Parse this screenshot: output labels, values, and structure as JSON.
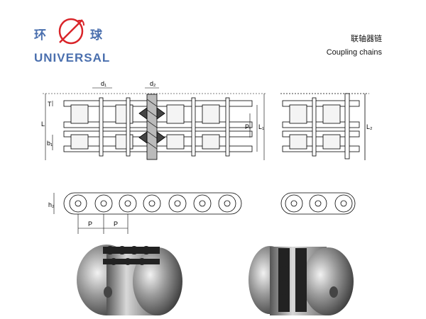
{
  "logo": {
    "cn_left": "环",
    "cn_right": "球",
    "latin": "UNIVERSAL",
    "emblem_icon": "red-ring-emblem-icon",
    "color": "#4a6fae",
    "emblem_color": "#d9252a"
  },
  "header": {
    "title_cn": "联轴器链",
    "title_en": "Coupling chains"
  },
  "dimensions": {
    "d1": "d₁",
    "d2": "d₂",
    "T": "T",
    "L": "L",
    "b1": "b₁",
    "Pt": "Pₜ",
    "L1": "L₁",
    "L2": "L₂",
    "h2": "h₂",
    "P1": "P",
    "P2": "P"
  },
  "photos": {
    "left": "coupling-photo-left",
    "right": "coupling-photo-right"
  }
}
